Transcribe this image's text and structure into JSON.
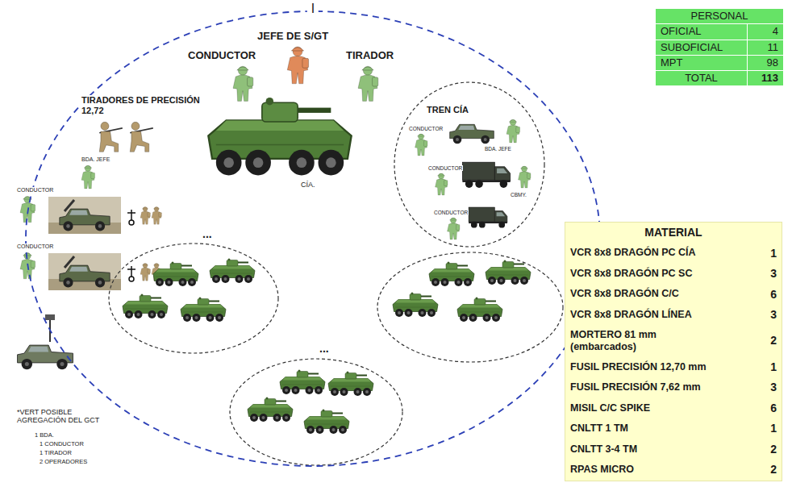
{
  "diagram": {
    "nodes": [
      {
        "text": [
          "I"
        ]
      },
      {
        "text": [
          "TREN CÍA"
        ],
        "in": 0
      },
      {
        "text": [
          "PERSONAL",
          "OFICIAL",
          "4",
          "SUBOFICIAL",
          "11",
          "MPT",
          "98",
          "TOTAL",
          "113"
        ]
      },
      {
        "text": [
          "MATERIAL",
          "VCR 8x8 DRAGÓN PC CÍA",
          "1",
          "VCR 8x8 DRAGÓN PC SC",
          "3",
          "VCR 8x8 DRAGÓN C/C",
          "6",
          "VCR 8x8 DRAGÓN LÍNEA",
          "3",
          "MORTERO 81 mm (embarcados)",
          "2",
          "FUSIL PRECISIÓN 12,70 mm",
          "1",
          "FUSIL PRECISIÓN 7,62 mm",
          "3",
          "MISIL C/C SPIKE",
          "6",
          "CNLTT 1 TM",
          "1",
          "CNLTT 3-4 TM",
          "2",
          "RPAS MICRO",
          "2"
        ]
      }
    ],
    "labels": [
      "JEFE DE S/GT",
      "CONDUCTOR",
      "TIRADOR",
      "TIRADORES DE PRECISIÓN 12,72",
      "BDA. JEFE",
      "CONDUCTOR",
      "CÍA.",
      "CONDUCTOR",
      "BDA. JEFE",
      "CONDUCTOR",
      "CBMY.",
      "CONDUCTOR",
      "...",
      "CONDUCTOR",
      "...",
      "*VERT POSIBLE AGREGACIÓN DEL GCT",
      "1 BDA.",
      "1 CONDUCTOR",
      "1 TIRADOR",
      "2 OPERADORES"
    ]
  }
}
